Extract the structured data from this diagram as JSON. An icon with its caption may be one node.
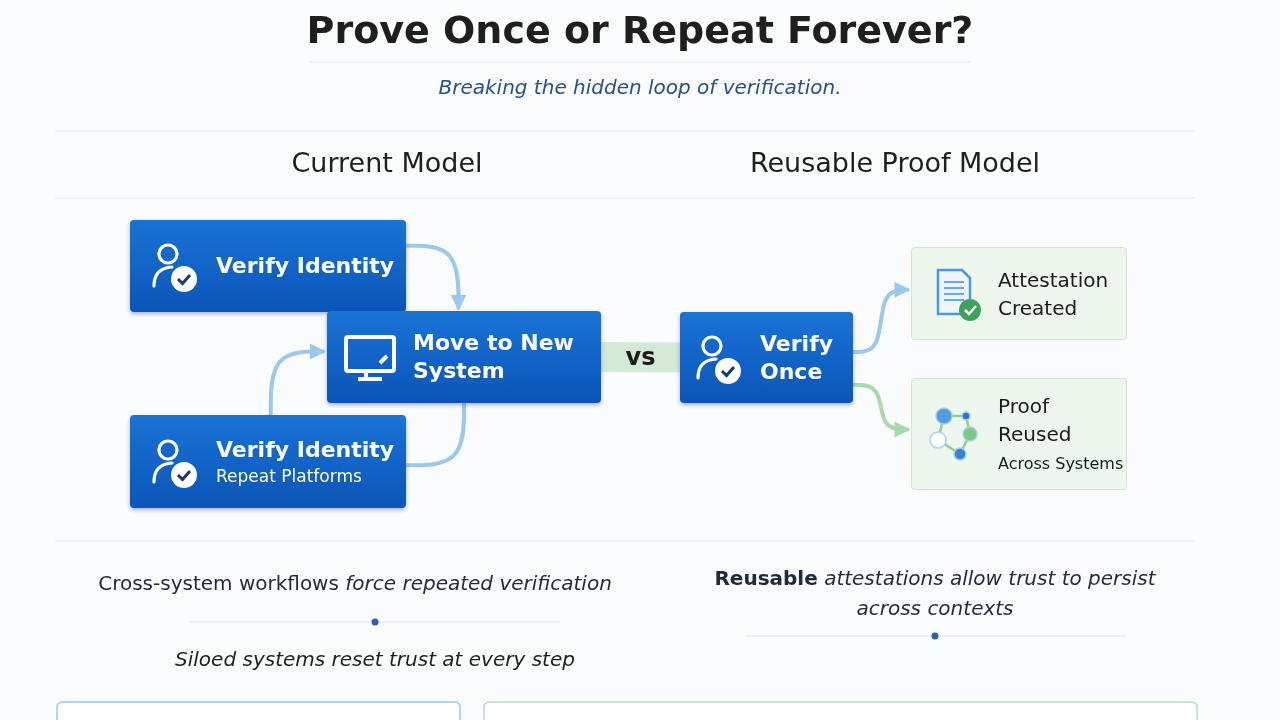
{
  "diagram": {
    "title": "Prove Once or Repeat Forever?",
    "caption": "Breaking the hidden loop of verification.",
    "nodes": [
      {
        "text": [
          "Verify Identity"
        ]
      },
      {
        "text": [
          "Move to New System"
        ]
      },
      {
        "text": [
          "Verify Identity",
          "Repeat Platforms"
        ]
      },
      {
        "text": [
          "Verify Once"
        ]
      },
      {
        "text": [
          "Attestation Created"
        ]
      },
      {
        "text": [
          "Proof Reused",
          "Across Systems"
        ]
      }
    ],
    "edges": [
      {
        "from": 0,
        "to": 1,
        "arrow": "to"
      },
      {
        "from": 1,
        "to": 2,
        "arrow": "none"
      },
      {
        "from": 2,
        "to": 1,
        "arrow": "to"
      },
      {
        "from": 1,
        "to": 3,
        "arrow": "none",
        "label": "vs",
        "color": "#d4ead6",
        "style": "thick"
      },
      {
        "from": 3,
        "to": 4,
        "arrow": "to"
      },
      {
        "from": 3,
        "to": 5,
        "arrow": "to",
        "color": "#a9d9ae"
      }
    ],
    "labels": [
      "Current Model",
      "Reusable Proof Model",
      "Cross-system workflows *force repeated verification*",
      "**Reusable** *attestations allow trust to persist across contexts*",
      "Siloed systems reset trust at every step"
    ]
  }
}
